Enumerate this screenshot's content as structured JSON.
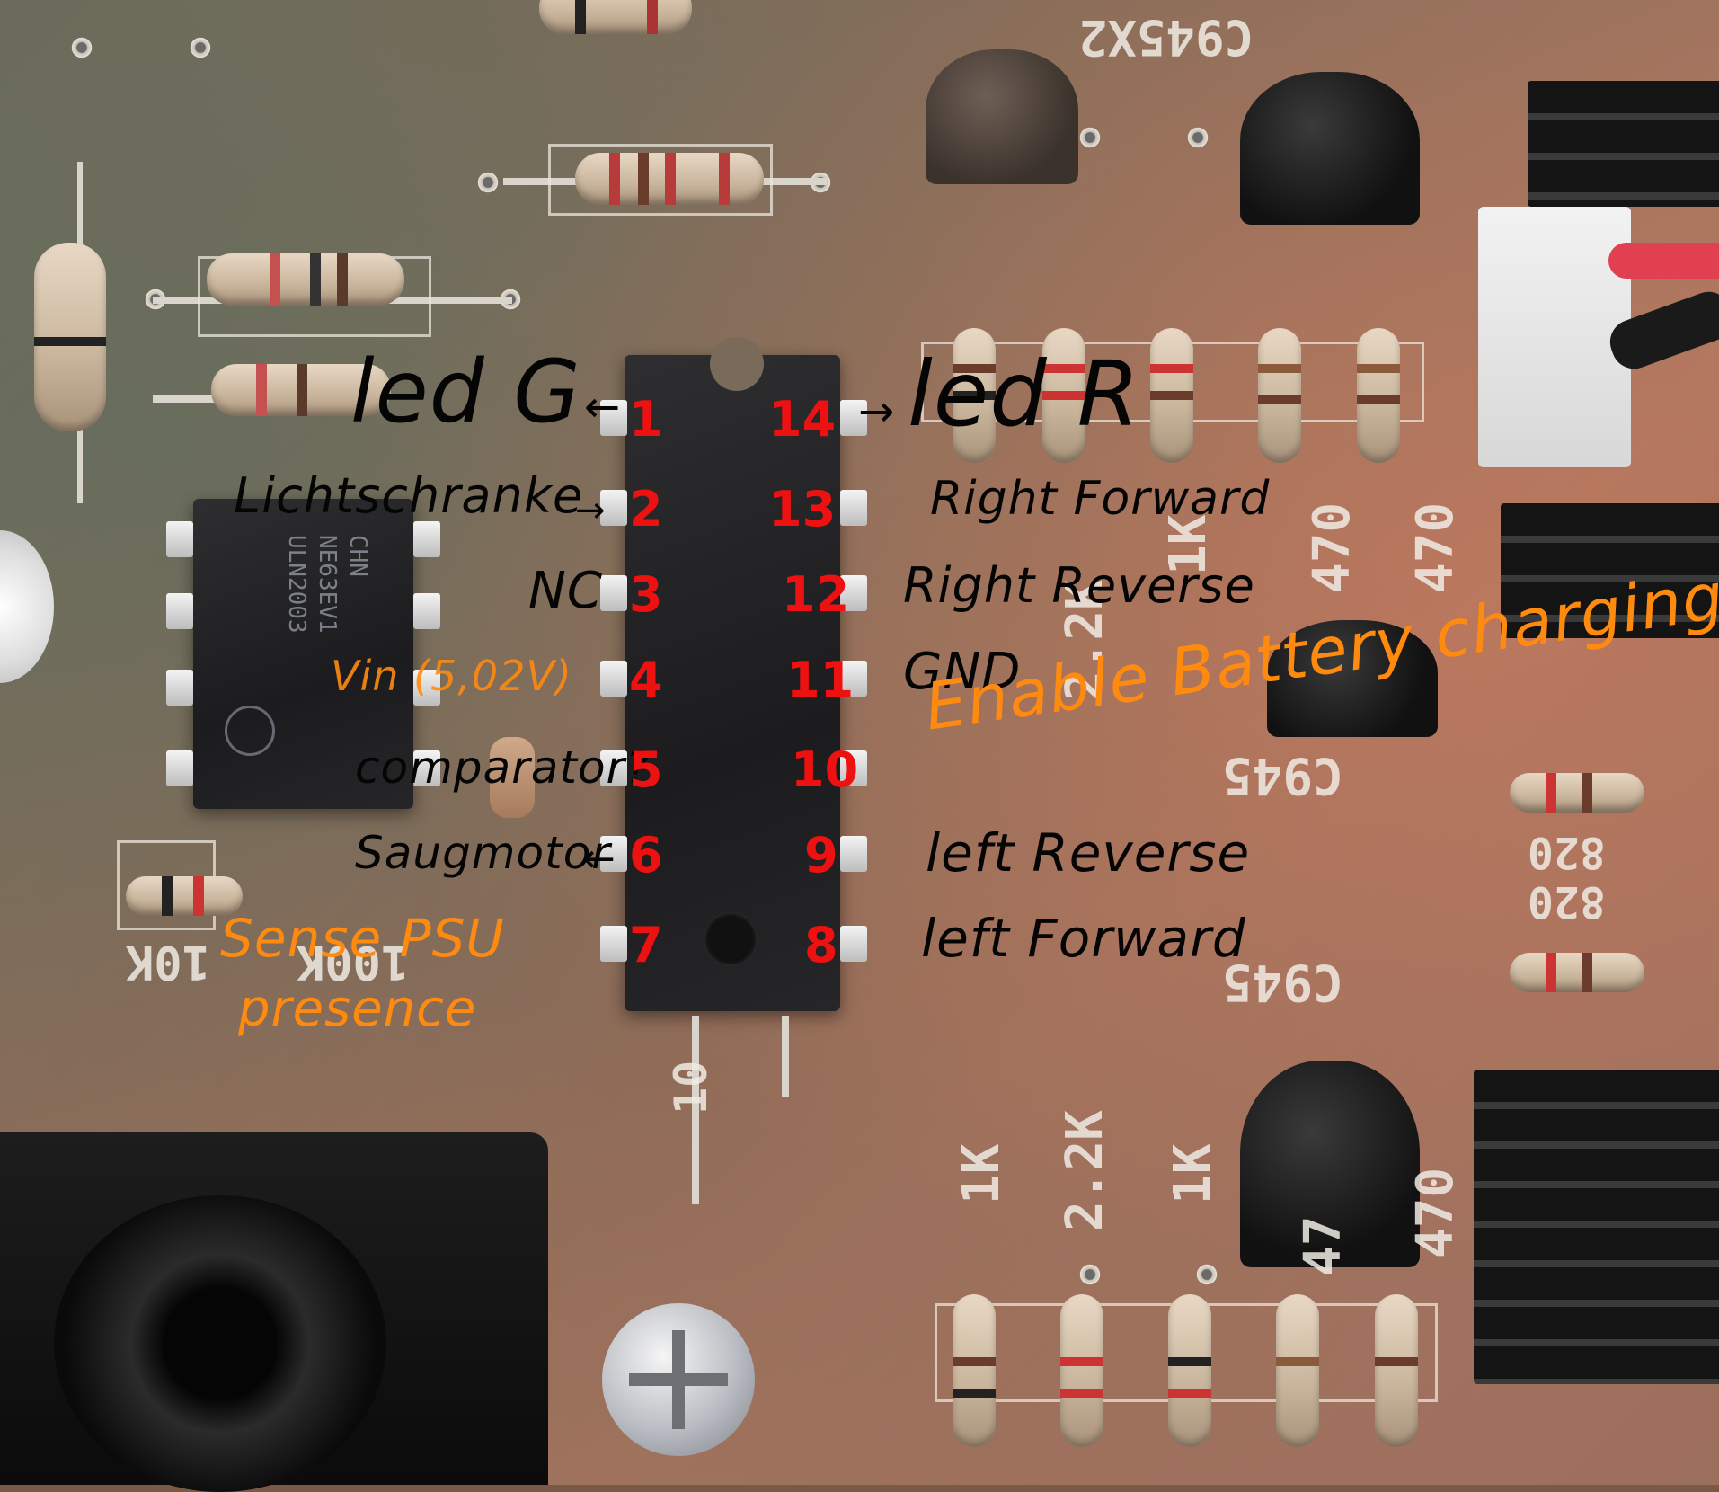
{
  "silkscreen": {
    "top_transistor": "C945X2",
    "mid_transistor": "C945",
    "lower_transistor": "C945",
    "res_470_a": "470",
    "res_470_b": "470",
    "res_22k": "2.2K",
    "res_1k": "1K",
    "res_820_a": "820",
    "res_820_b": "820",
    "res_100k": "100K",
    "res_10k": "10K",
    "cap_10": "10",
    "bot_1k_a": "1K",
    "bot_22k": "2.2K",
    "bot_1k_b": "1K",
    "bot_47": "47",
    "bot_470": "470"
  },
  "small_chip_marking": [
    "CHN",
    "NE63EV1",
    "ULN2003"
  ],
  "annotations": {
    "left": [
      {
        "label": "led G",
        "arrow": "←"
      },
      {
        "label": "Lichtschranke",
        "arrow": "→"
      },
      {
        "label": "NC",
        "arrow": ""
      },
      {
        "label": "Vin (5,02V)",
        "arrow": ""
      },
      {
        "label": "comparator?",
        "arrow": ""
      },
      {
        "label": "Saugmotor",
        "arrow": "←"
      },
      {
        "label": "",
        "arrow": ""
      }
    ],
    "right": [
      {
        "label": "led R",
        "arrow": "→"
      },
      {
        "label": "Right Forward",
        "arrow": ""
      },
      {
        "label": "Right Reverse",
        "arrow": ""
      },
      {
        "label": "GND",
        "arrow": ""
      },
      {
        "label": "Enable Battery charging",
        "arrow": ""
      },
      {
        "label": "left Reverse",
        "arrow": ""
      },
      {
        "label": "left Forward",
        "arrow": ""
      }
    ],
    "pins_left": [
      "1",
      "2",
      "3",
      "4",
      "5",
      "6",
      "7"
    ],
    "pins_right": [
      "14",
      "13",
      "12",
      "11",
      "10",
      "9",
      "8"
    ],
    "sense_line1": "Sense PSU",
    "sense_line2": "presence"
  },
  "colors": {
    "annotation_black": "#050505",
    "annotation_red": "#ee1111",
    "annotation_orange": "#ff8a10"
  }
}
